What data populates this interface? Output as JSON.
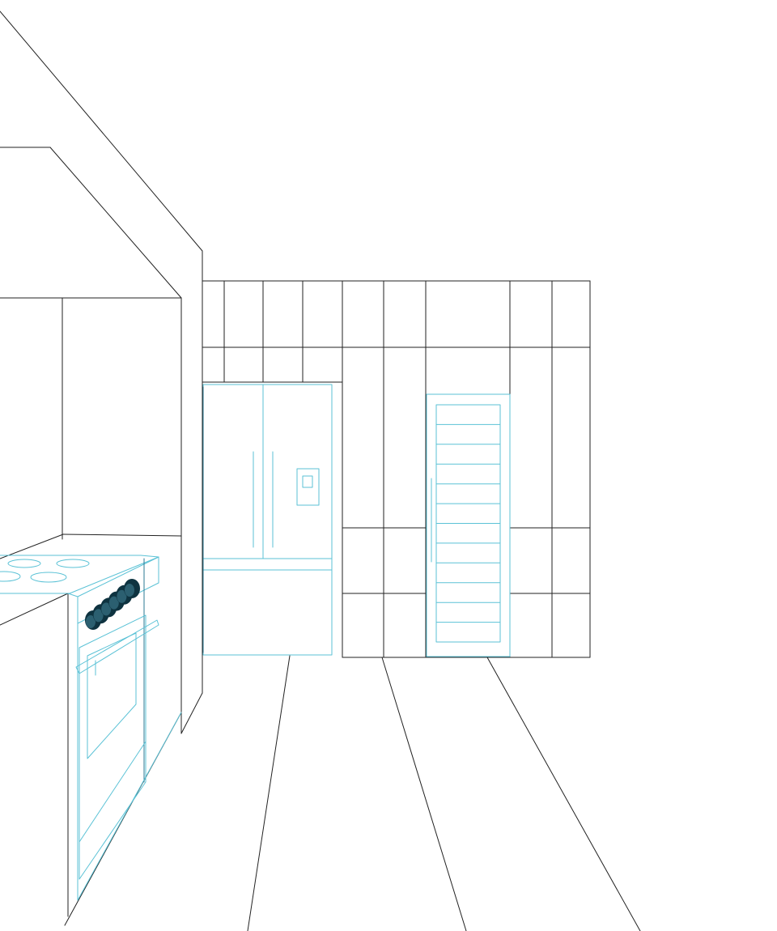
{
  "colors": {
    "background": "#ffffff",
    "structure_line": "#222222",
    "appliance_line": "#5bc2d6",
    "knob_fill": "#0e3340",
    "knob_highlight": "#2b5f70"
  },
  "scene": {
    "kind": "kitchen line drawing",
    "appliances": [
      {
        "name": "range-oven",
        "burners": 4,
        "knobs": 6
      },
      {
        "name": "french-door-refrigerator",
        "has_water_dispenser": true
      },
      {
        "name": "column-wine-refrigerator",
        "shelves": 11
      }
    ],
    "cabinets": [
      "upper-cabinet-row",
      "tall-cabinet-wall",
      "kitchen-island"
    ],
    "range_hood": true,
    "floor_seams": 4
  }
}
